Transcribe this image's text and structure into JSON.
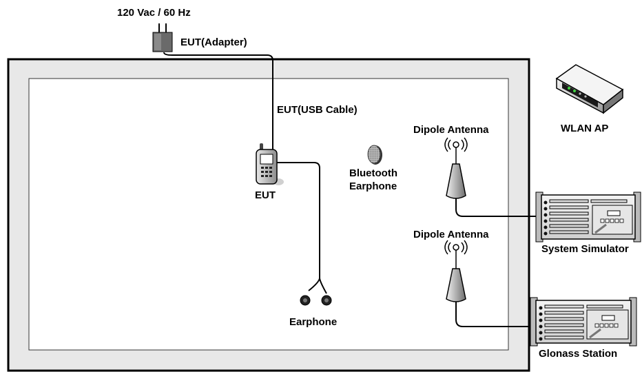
{
  "power": {
    "label": "120 Vac / 60 Hz"
  },
  "adapter": {
    "label": "EUT(Adapter)"
  },
  "usb_cable": {
    "label": "EUT(USB Cable)"
  },
  "eut": {
    "label": "EUT"
  },
  "bluetooth": {
    "line1": "Bluetooth",
    "line2": "Earphone"
  },
  "earphone": {
    "label": "Earphone"
  },
  "antenna_top": {
    "label": "Dipole Antenna"
  },
  "antenna_bottom": {
    "label": "Dipole Antenna"
  },
  "wlan_ap": {
    "label": "WLAN AP"
  },
  "system_simulator": {
    "label": "System Simulator"
  },
  "glonass_station": {
    "label": "Glonass Station"
  }
}
